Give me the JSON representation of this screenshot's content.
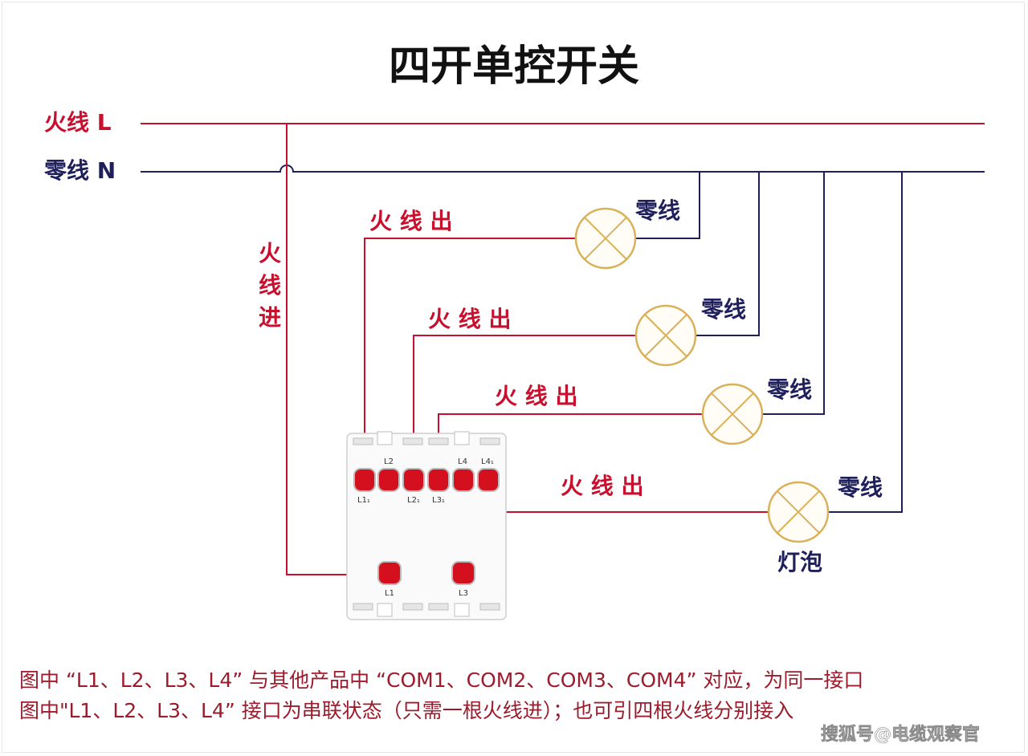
{
  "title": "四开单控开关",
  "line_live_label": "火线 L",
  "line_neutral_label": "零线 N",
  "live_in_chars": [
    "火",
    "线",
    "进"
  ],
  "live_out_label": "火 线 出",
  "neutral_label": "零线",
  "bulb_label": "灯泡",
  "terminals": {
    "top": [
      "L2",
      "L4",
      "L4₁"
    ],
    "bottom": [
      "L1₁",
      "L2₁",
      "L3₁"
    ],
    "lower": [
      "L1",
      "L3"
    ]
  },
  "note_line1": "图中 “L1、L2、L3、L4” 与其他产品中 “COM1、COM2、COM3、COM4” 对应，为同一接口",
  "note_line2": "图中\"L1、L2、L3、L4” 接口为串联状态（只需一根火线进）；也可引四根火线分别接入",
  "watermark": "搜狐号@电缆观察官",
  "colors": {
    "live": "#c8102e",
    "neutral": "#1f1f5c",
    "bulb_stroke": "#d9b15a",
    "terminal": "#d40f1e"
  }
}
